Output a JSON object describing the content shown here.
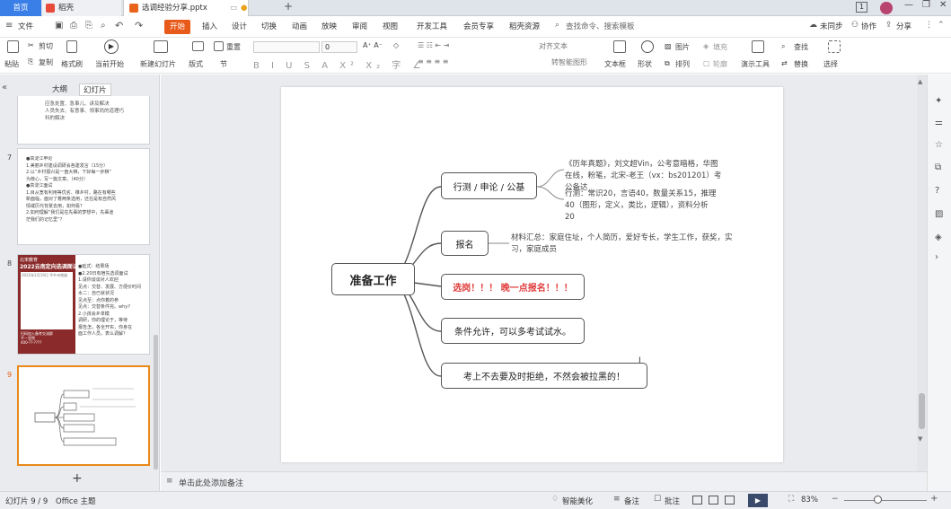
{
  "titlebar": {
    "home_tab": "首页",
    "store_tab": "稻壳",
    "doc_tab": "选调经验分享.pptx",
    "window_badge": "1"
  },
  "ribbon": {
    "file": "文件",
    "tabs": [
      "开始",
      "插入",
      "设计",
      "切换",
      "动画",
      "放映",
      "审阅",
      "视图",
      "开发工具",
      "会员专享",
      "稻壳资源"
    ],
    "search_placeholder": "查找命令、搜索模板",
    "sync": "未同步",
    "collab": "协作",
    "share": "分享"
  },
  "toolbar": {
    "paste": "粘贴",
    "cut": "剪切",
    "copy": "复制",
    "format_painter": "格式刷",
    "start_from_current": "当前开始",
    "new_slide": "新建幻灯片",
    "layout": "版式",
    "section": "节",
    "reset": "重置",
    "font_size": "0",
    "align_text": "对齐文本",
    "smart_shape": "转智能图形",
    "textbox": "文本框",
    "shape": "形状",
    "arrange": "排列",
    "picture": "图片",
    "fill": "填充",
    "outline": "轮廓",
    "present_tools": "演示工具",
    "find": "查找",
    "replace": "替换",
    "select": "选择"
  },
  "leftpanel": {
    "tab_outline": "大纲",
    "tab_slides": "幻灯片",
    "slides": [
      {
        "num": "",
        "lines": [
          "应急处置、急事儿、讲及解决",
          "人员失去、有意事、领事尚的道理巧",
          "科的解决"
        ]
      },
      {
        "num": "7",
        "lines": [
          "●高淀江申论",
          "1.美丽乡村建设调研会各建发言（15分）",
          "2.以“乡村振兴是一盘大棋，下好每一步棋”",
          "为核心，写一篇文章。（40分）",
          "●高淀江面试",
          "1.目从宽有利用等优劣、推乡村，路在有哪些",
          "新面临，面对了着两条选用，还在是有自然风",
          "情或历代背景去用，如何看？",
          "2.如何理解“我们是在先辈的梦想中，先辈迷",
          "茫我们的记忆里”？"
        ]
      },
      {
        "num": "8",
        "lines": [
          "北宋教育",
          "2022云南定向选调面试",
          "2022年2月19日 平乡州地级",
          "●延式：结果场",
          "●2.20日有宿先选调面试",
          "1.请你谈谈对人欢迎",
          "见点：交替、发展、方便价时间",
          "水二：自已就状况",
          "见点至：点你着的参",
          "见点：交替条件完。why?",
          "2.小孩会乡单模",
          "调研，你的理论于，等待",
          "报告怎，各全开实，你身在",
          "面工作人员，表么调解？",
          "扫码加入备考交流群",
          "平一里院",
          "400-??-????"
        ]
      },
      {
        "num": "9",
        "lines": []
      }
    ]
  },
  "mindmap": {
    "root": "准备工作",
    "branches": [
      {
        "label": "行测 / 申论 / 公基",
        "leaves": [
          "《历年真题》，刘文超Vin，公考意暗格，华图在线，粉笔，北宋-老王（vx：bs201201）考公备达",
          "行测：常识20，言语40，数量关系15，推理40（图形，定义，类比，逻辑），资料分析20"
        ]
      },
      {
        "label": "报名",
        "leaves": [
          "材料汇总：家庭住址，个人简历，爱好专长，学生工作，获奖，实习，家庭成员"
        ]
      },
      {
        "label": "选岗！！！ 晚一点报名！！！",
        "leaves": []
      },
      {
        "label": "条件允许，可以多考试试水。",
        "leaves": []
      },
      {
        "label": "考上不去要及时拒绝，不然会被拉黑的！",
        "leaves": []
      }
    ]
  },
  "notes": {
    "placeholder": "单击此处添加备注"
  },
  "statusbar": {
    "slide_count": "幻灯片 9 / 9",
    "theme": "Office 主题",
    "smart_beautify": "智能美化",
    "notes": "备注",
    "comments": "批注",
    "zoom": "83%"
  },
  "colors": {
    "accent": "#e85a1a",
    "home_tab": "#3a7ee8",
    "highlight_text": "#e03b3b",
    "border": "#555555"
  }
}
